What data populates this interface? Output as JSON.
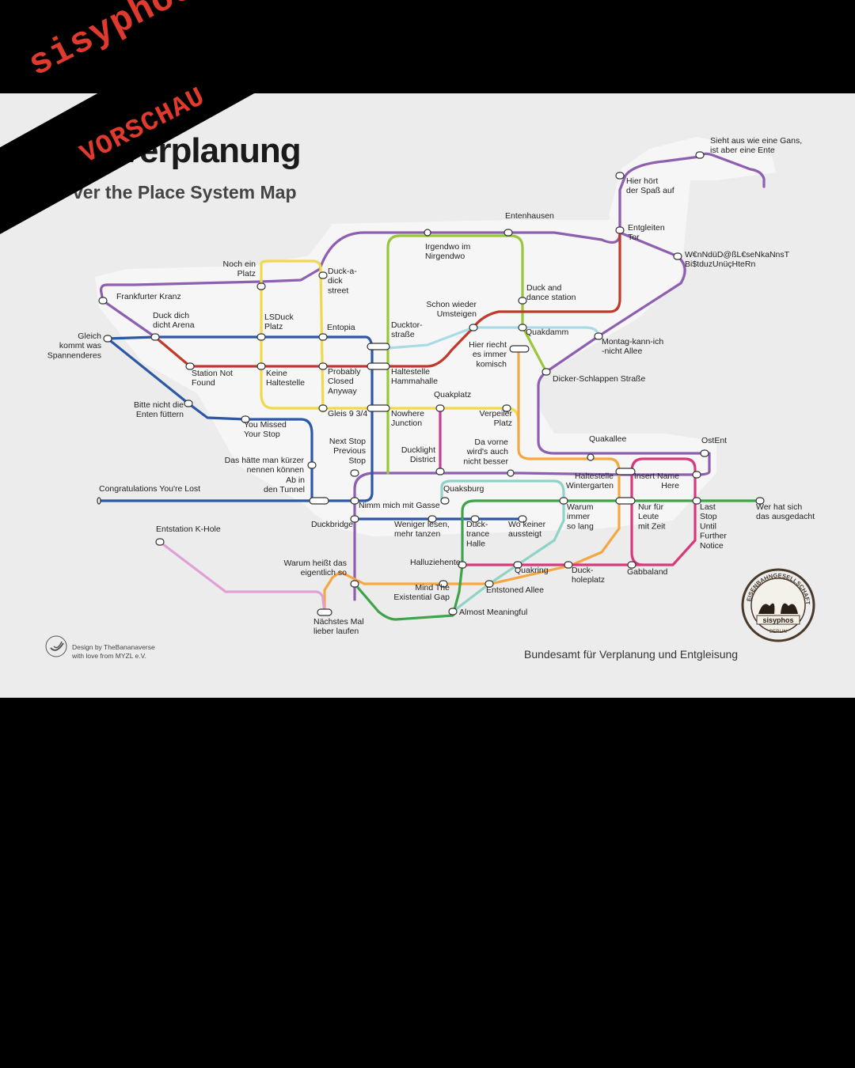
{
  "watermark": {
    "brand": "sisyphos",
    "label": "VORSCHAU"
  },
  "header": {
    "title": "Verplanung",
    "subtitle": "ver the Place System Map"
  },
  "footer": {
    "text": "Bundesamt für Verplanung und Entgleisung"
  },
  "credit": {
    "line1": "Design by TheBananaverse",
    "line2": "with love from MYZL e.V."
  },
  "seal": {
    "top": "EISENBAHNGESELLSCHAFT",
    "name": "sisyphos",
    "bottom": "BERLIN"
  },
  "colors": {
    "purple": "#8e5fb0",
    "yellow": "#f0d94a",
    "green": "#9ac63a",
    "blue": "#2e57a6",
    "red": "#c0392b",
    "lightblue": "#a9dbe6",
    "orange": "#f5a742",
    "teal": "#8fd3c7",
    "dgreen": "#3fa34a",
    "pink": "#d63a7a",
    "magenta": "#c2408f",
    "lilac": "#e0a0d6",
    "background": "#ececec",
    "watermark": "#e03a2e"
  },
  "stations": [
    {
      "name": "Sieht aus wie eine Gans,\nist aber eine Ente"
    },
    {
      "name": "Hier hört\nder Spaß auf"
    },
    {
      "name": "Entenhausen"
    },
    {
      "name": "Entgleiten\nTor"
    },
    {
      "name": "W€nNdüD@ßL€seNkaNnsT\nBi$tduzUnüçHteRn"
    },
    {
      "name": "Irgendwo im\nNirgendwo"
    },
    {
      "name": "Noch ein\nPlatz"
    },
    {
      "name": "Duck-a-\ndick\nstreet"
    },
    {
      "name": "Duck and\ndance station"
    },
    {
      "name": "Frankfurter Kranz"
    },
    {
      "name": "Schon wieder\nUmsteigen"
    },
    {
      "name": "Duck dich\ndicht Arena"
    },
    {
      "name": "LSDuck\nPlatz"
    },
    {
      "name": "Entopia"
    },
    {
      "name": "Ducktor-\nstraße"
    },
    {
      "name": "Quakdamm"
    },
    {
      "name": "Gleich\nkommt was\nSpannenderes"
    },
    {
      "name": "Hier riecht\nes immer\nkomisch"
    },
    {
      "name": "Montag-kann-ich\n-nicht Allee"
    },
    {
      "name": "Station Not\nFound"
    },
    {
      "name": "Keine\nHaltestelle"
    },
    {
      "name": "Probably\nClosed\nAnyway"
    },
    {
      "name": "Haltestelle\nHammahalle"
    },
    {
      "name": "Dicker-Schlappen Straße"
    },
    {
      "name": "Quakplatz"
    },
    {
      "name": "Bitte nicht die\nEnten füttern"
    },
    {
      "name": "Gleis 9 3/4"
    },
    {
      "name": "Nowhere\nJunction"
    },
    {
      "name": "Verpeiler\nPlatz"
    },
    {
      "name": "You Missed\nYour Stop"
    },
    {
      "name": "Next Stop\nPrevious\nStop"
    },
    {
      "name": "Da vorne\nwird's auch\nnicht besser"
    },
    {
      "name": "Quakallee"
    },
    {
      "name": "OstEnt"
    },
    {
      "name": "Ducklight\nDistrict"
    },
    {
      "name": "Das hätte man kürzer\nnennen können"
    },
    {
      "name": "Haltestelle\nWintergarten"
    },
    {
      "name": "Insert Name\nHere"
    },
    {
      "name": "Ab in\nden Tunnel"
    },
    {
      "name": "Congratulations You're Lost"
    },
    {
      "name": "Quaksburg"
    },
    {
      "name": "Nimm mich mit Gasse"
    },
    {
      "name": "Warum\nimmer\nso lang"
    },
    {
      "name": "Nur für\nLeute\nmit Zeit"
    },
    {
      "name": "Last\nStop\nUntil\nFurther\nNotice"
    },
    {
      "name": "Wer hat sich\ndas ausgedacht"
    },
    {
      "name": "Duckbridge"
    },
    {
      "name": "Weniger lesen,\nmehr tanzen"
    },
    {
      "name": "Duck-\ntrance\nHalle"
    },
    {
      "name": "Wo keiner\naussteigt"
    },
    {
      "name": "Entstation K-Hole"
    },
    {
      "name": "Halluziehente"
    },
    {
      "name": "Quakring"
    },
    {
      "name": "Duck-\nholeplatz"
    },
    {
      "name": "Gabbaland"
    },
    {
      "name": "Warum heißt das\neigentlich so"
    },
    {
      "name": "Mind The\nExistential Gap"
    },
    {
      "name": "Entstoned Allee"
    },
    {
      "name": "Almost Meaningful"
    },
    {
      "name": "Nächstes Mal\nlieber laufen"
    }
  ]
}
